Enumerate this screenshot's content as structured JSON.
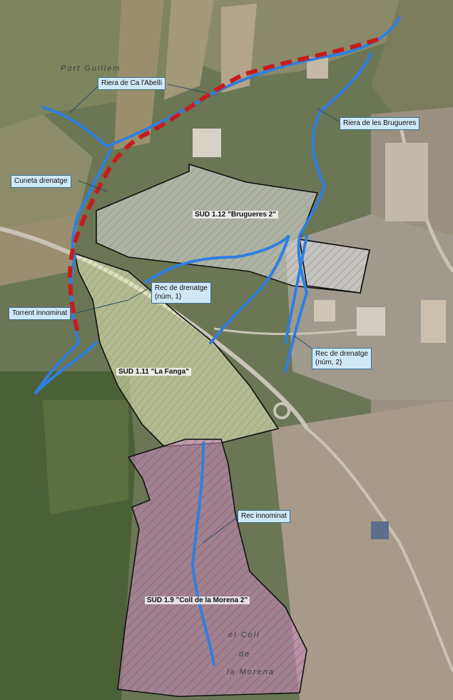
{
  "callouts": {
    "riera_ca_labelli": "Riera de Ca l'Abellí",
    "riera_brugueres": "Riera de les Brugueres",
    "cuneta_drenatge": "Cuneta drenatge",
    "rec_drenatge_1_line1": "Rec de drenatge",
    "rec_drenatge_1_line2": "(núm, 1)",
    "torrent_innominat": "Torrent innominat",
    "rec_drenatge_2_line1": "Rec de drenatge",
    "rec_drenatge_2_line2": "(núm, 2)",
    "rec_innominat": "Rec innominat"
  },
  "zones": {
    "sud_1_12": "SUD 1.12 \"Brugueres 2\"",
    "sud_1_11": "SUD 1.11 \"La Fanga\"",
    "sud_1_9": "SUD 1.9 \"Coll de la Morena 2\""
  },
  "places": {
    "port_guillem": "Port Guillem",
    "coll": "el Coll",
    "de": "de",
    "morena": "la Morena"
  },
  "colors": {
    "stream": "#2f7fe0",
    "drainage_dashed": "#c71c1c",
    "sud_1_12_hatch": "#8a8a8a",
    "sud_1_11_hatch": "#7aa84a",
    "sud_1_9_fill": "#c08ab8",
    "boundary": "#111111"
  }
}
